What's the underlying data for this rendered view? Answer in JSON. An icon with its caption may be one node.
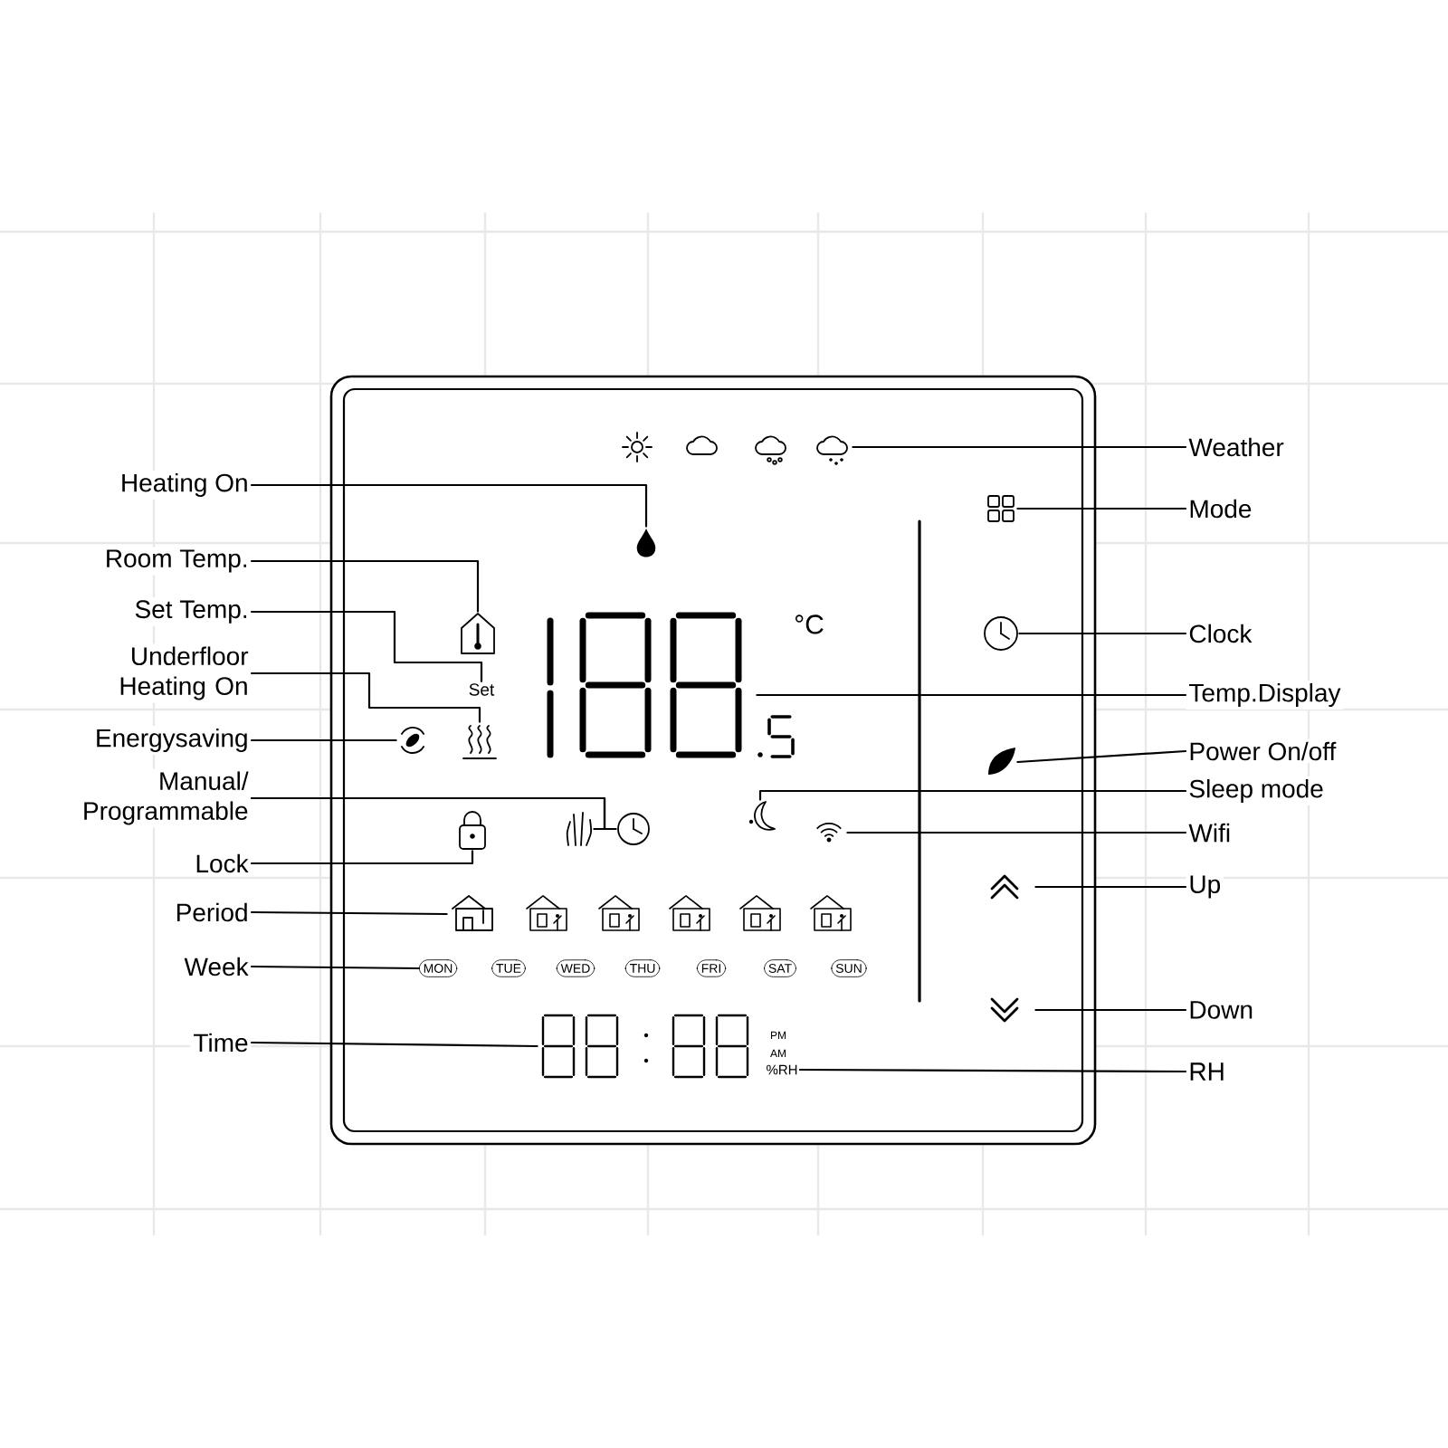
{
  "diagram": {
    "nodes": [
      {
        "text": [
          "Heating On"
        ]
      },
      {
        "text": [
          "Room Temp."
        ]
      },
      {
        "text": [
          "Set  Temp."
        ]
      },
      {
        "text": [
          "Underfloor Heating On"
        ]
      },
      {
        "text": [
          "Energysaving"
        ]
      },
      {
        "text": [
          "Manual/ Programmable"
        ]
      },
      {
        "text": [
          "Lock"
        ]
      },
      {
        "text": [
          "Period"
        ]
      },
      {
        "text": [
          "Week"
        ]
      },
      {
        "text": [
          "Time"
        ]
      },
      {
        "text": [
          "Weather"
        ]
      },
      {
        "text": [
          "Mode"
        ]
      },
      {
        "text": [
          "Clock"
        ]
      },
      {
        "text": [
          "Temp.Display"
        ]
      },
      {
        "text": [
          "Power On/off"
        ]
      },
      {
        "text": [
          "Sleep mode"
        ]
      },
      {
        "text": [
          "Wifi"
        ]
      },
      {
        "text": [
          "Up"
        ]
      },
      {
        "text": [
          "Down"
        ]
      },
      {
        "text": [
          "RH"
        ]
      },
      {
        "text": [],
        "shape": "picture"
      },
      {
        "text": [],
        "shape": "picture"
      },
      {
        "text": [
          "Set"
        ]
      },
      {
        "text": [],
        "shape": "picture"
      },
      {
        "text": [],
        "shape": "picture"
      },
      {
        "text": [],
        "shape": "picture"
      },
      {
        "text": [],
        "shape": "picture"
      },
      {
        "text": [],
        "shape": "picture"
      },
      {
        "text": [],
        "shape": "picture"
      },
      {
        "text": [
          "MON"
        ]
      },
      {
        "text": [],
        "shape": "picture"
      },
      {
        "text": [],
        "shape": "picture"
      },
      {
        "text": [],
        "shape": "picture"
      },
      {
        "text": [],
        "shape": "picture"
      },
      {
        "text": [],
        "shape": "picture"
      },
      {
        "text": [],
        "shape": "picture"
      },
      {
        "text": [],
        "shape": "picture"
      },
      {
        "text": [],
        "shape": "picture"
      },
      {
        "text": [],
        "shape": "picture"
      },
      {
        "text": [],
        "shape": "picture"
      },
      {
        "text": [
          "%RH"
        ]
      }
    ],
    "edges": [
      {
        "from": 0,
        "to": 20,
        "arrow": "none"
      },
      {
        "from": 1,
        "to": 21,
        "arrow": "none"
      },
      {
        "from": 2,
        "to": 22,
        "arrow": "none"
      },
      {
        "from": 3,
        "to": 23,
        "arrow": "none"
      },
      {
        "from": 4,
        "to": 24,
        "arrow": "none"
      },
      {
        "from": 5,
        "to": 25,
        "arrow": "none"
      },
      {
        "from": 5,
        "to": 26,
        "arrow": "none"
      },
      {
        "from": 6,
        "to": 27,
        "arrow": "none"
      },
      {
        "from": 7,
        "to": 28,
        "arrow": "none"
      },
      {
        "from": 8,
        "to": 29,
        "arrow": "none"
      },
      {
        "from": 9,
        "to": 30,
        "arrow": "none"
      },
      {
        "from": 10,
        "to": 31,
        "arrow": "none"
      },
      {
        "from": 11,
        "to": 32,
        "arrow": "none"
      },
      {
        "from": 12,
        "to": 33,
        "arrow": "none"
      },
      {
        "from": 13,
        "to": 34,
        "arrow": "none"
      },
      {
        "from": 14,
        "to": 35,
        "arrow": "none"
      },
      {
        "from": 15,
        "to": 36,
        "arrow": "none"
      },
      {
        "from": 16,
        "to": 37,
        "arrow": "none"
      },
      {
        "from": 17,
        "to": 38,
        "arrow": "none"
      },
      {
        "from": 18,
        "to": 39,
        "arrow": "none"
      },
      {
        "from": 19,
        "to": 40,
        "arrow": "none"
      }
    ],
    "labels": [
      "°C",
      "TUE",
      "WED",
      "THU",
      "FRI",
      "SAT",
      "SUN",
      "PM",
      "AM"
    ]
  }
}
